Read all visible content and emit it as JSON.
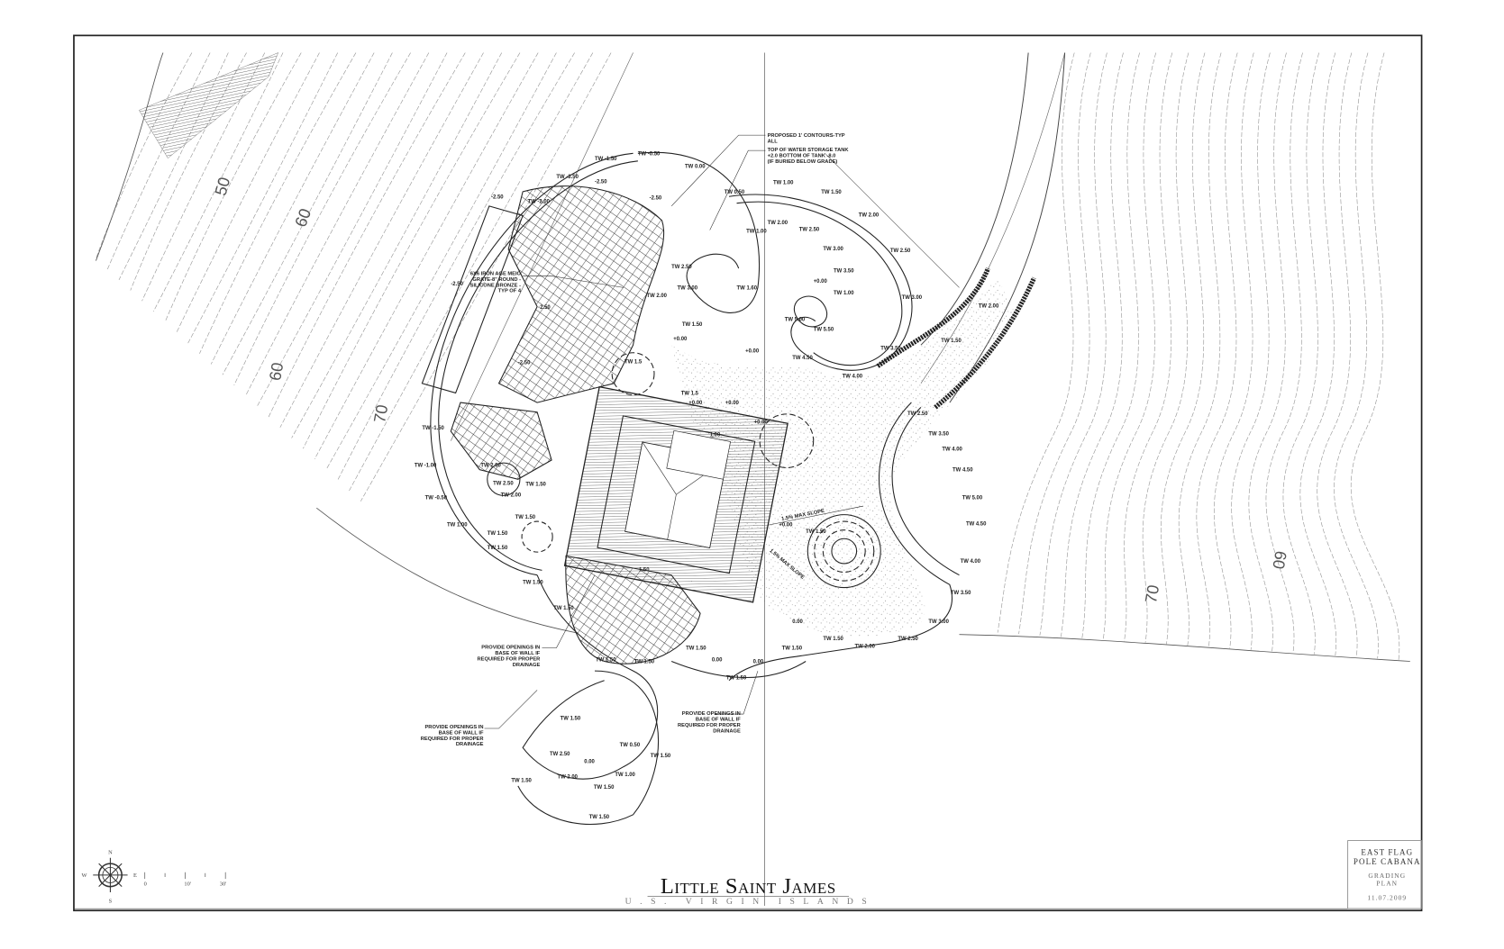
{
  "title": "Little Saint James",
  "subtitle": "U.S. Virgin Islands",
  "title_block": {
    "project_line1": "East Flag",
    "project_line2": "Pole Cabana",
    "sheet_line1": "Grading",
    "sheet_line2": "Plan",
    "date": "11.07.2009"
  },
  "compass": {
    "n": "N",
    "s": "S",
    "e": "E",
    "w": "W"
  },
  "scale_bar": [
    "0",
    "10'",
    "30'"
  ],
  "contour_labels": [
    "50",
    "60",
    "60",
    "70",
    "70",
    "60"
  ],
  "notes": {
    "contours": [
      "PROPOSED 1' CONTOURS-TYP",
      "ALL"
    ],
    "tank": [
      "TOP OF WATER STORAGE TANK",
      "+2.0 BOTTOM OF TANK -8.0",
      "(IF BURIED BELOW GRADE)"
    ],
    "grate": [
      "6X6 IRON AGE MEIO",
      "GRATE-8\" ROUND -",
      "SILICONE BRONZE -",
      "TYP OF 4"
    ],
    "drainage_1": [
      "PROVIDE OPENINGS IN",
      "BASE OF WALL IF",
      "REQUIRED FOR PROPER",
      "DRAINAGE"
    ],
    "drainage_2": [
      "PROVIDE OPENINGS IN",
      "BASE OF WALL IF",
      "REQUIRED FOR PROPER",
      "DRAINAGE"
    ],
    "drainage_3": [
      "PROVIDE OPENINGS IN",
      "BASE OF WALL IF",
      "REQUIRED FOR PROPER",
      "DRAINAGE"
    ],
    "slope_1": "1.5% MAX SLOPE",
    "slope_2": "1.5% MAX SLOPE"
  },
  "grade_labels": [
    "TW -1.50",
    "TW -0.50",
    "TW 0.00",
    "TW -3.50",
    "-2.50",
    "-2.50",
    "TW -2.00",
    "-2.50",
    "TW 1.00",
    "TW 1.50",
    "TW 2.00",
    "TW 2.50",
    "TW 3.00",
    "TW 3.50",
    "TW 4.00",
    "TW 0.50",
    "TW 2.00",
    "TW 1.00",
    "TW 2.50",
    "TW 3.00",
    "TW 3.50",
    "TW 1.00",
    "TW 5.00",
    "TW 5.50",
    "TW 4.50",
    "+0.00",
    "+0.00",
    "TW 1.50",
    "TW 1.60",
    "TW 2.00",
    "TW 2.50",
    "TW 3.00",
    "+0.00",
    "TW 1.5",
    "TW 1.5",
    "+0.00",
    "+0.00",
    "+0.00",
    "TW -1.50",
    "TW -1.00",
    "TW -0.50",
    "TW 1.00",
    "TW 1.50",
    "TW 1.50",
    "TW 1.50",
    "TW 1.50",
    "TW 2.00",
    "TW 2.50",
    "TW 2.00",
    "TW 1.50",
    "TW 1.50",
    "TW 2.50",
    "TW 3.50",
    "TW 4.00",
    "TW 4.50",
    "TW 5.00",
    "TW 4.50",
    "TW 4.00",
    "TW 3.50",
    "TW 3.00",
    "TW 2.50",
    "TW 2.00",
    "TW 1.50",
    "TW 1.50",
    "0.00",
    "0.00",
    "0.00",
    "TW 1.50",
    "TW 1.50",
    "TW 1.50",
    "TW 1.50",
    "TW 1.50",
    "TW 1.50",
    "TW 0.50",
    "TW 2.50",
    "TW 2.00",
    "0.00",
    "TW 1.00",
    "TW 1.50",
    "TW 1.50",
    "TW 1.50",
    "+0.00",
    "TW 1.50",
    "-2.50",
    "-2.50",
    "TW 2.00",
    "TW 1.50",
    "-2.50",
    "1.00",
    "1.50"
  ]
}
